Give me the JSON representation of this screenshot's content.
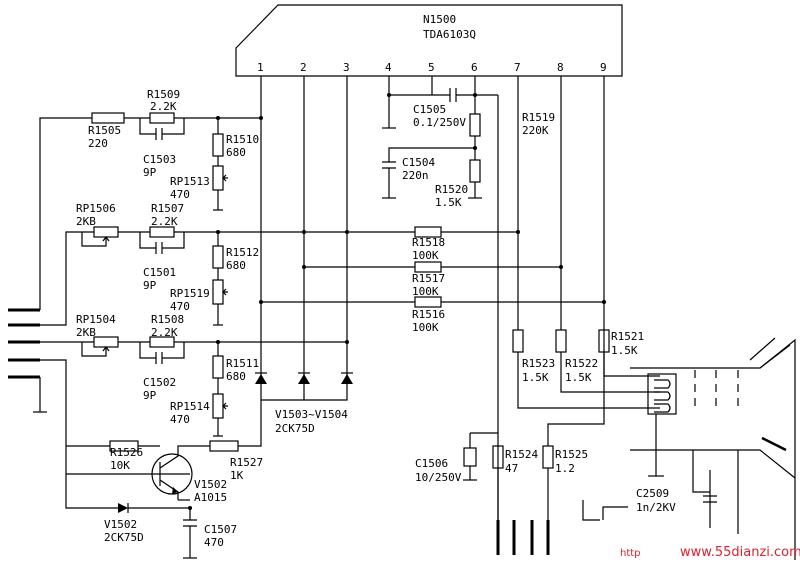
{
  "ic": {
    "name": "N1500",
    "part": "TDA6103Q",
    "pins": [
      "1",
      "2",
      "3",
      "4",
      "5",
      "6",
      "7",
      "8",
      "9"
    ]
  },
  "labels": {
    "r1509": "R1509",
    "r1509_val": "2.2K",
    "r1505": "R1505",
    "r1505_val": "220",
    "c1503": "C1503",
    "c1503_val": "9P",
    "r1510": "R1510",
    "r1510_val": "680",
    "rp1513": "RP1513",
    "rp1513_val": "470",
    "rp1506": "RP1506",
    "rp1506_val": "2KB",
    "r1507": "R1507",
    "r1507_val": "2.2K",
    "c1501": "C1501",
    "c1501_val": "9P",
    "r1512": "R1512",
    "r1512_val": "680",
    "rp1519": "RP1519",
    "rp1519_val": "470",
    "rp1504": "RP1504",
    "rp1504_val": "2KB",
    "r1508": "R1508",
    "r1508_val": "2.2K",
    "c1502": "C1502",
    "c1502_val": "9P",
    "r1511": "R1511",
    "r1511_val": "680",
    "rp1514": "RP1514",
    "rp1514_val": "470",
    "c1505": "C1505",
    "c1505_val": "0.1/250V",
    "c1504": "C1504",
    "c1504_val": "220n",
    "r1520": "R1520",
    "r1520_val": "1.5K",
    "r1519": "R1519",
    "r1519_val": "220K",
    "r1518": "R1518",
    "r1518_val": "100K",
    "r1517": "R1517",
    "r1517_val": "100K",
    "r1516": "R1516",
    "r1516_val": "100K",
    "r1521": "R1521",
    "r1521_val": "1.5K",
    "r1523": "R1523",
    "r1523_val": "1.5K",
    "r1522": "R1522",
    "r1522_val": "1.5K",
    "diodes": "V1503~V1504",
    "diodes_val": "2CK75D",
    "r1526": "R1526",
    "r1526_val": "10K",
    "v1502t": "V1502",
    "v1502t_val": "A1015",
    "r1527": "R1527",
    "r1527_val": "1K",
    "v1502d": "V1502",
    "v1502d_val": "2CK75D",
    "c1507": "C1507",
    "c1507_val": "470",
    "c1506": "C1506",
    "c1506_val": "10/250V",
    "r1524": "R1524",
    "r1524_val": "47",
    "r1525": "R1525",
    "r1525_val": "1.2",
    "c2509": "C2509",
    "c2509_val": "1n/2KV"
  },
  "watermark": {
    "prefix": "http",
    "site": "www.55dianzi.com"
  }
}
